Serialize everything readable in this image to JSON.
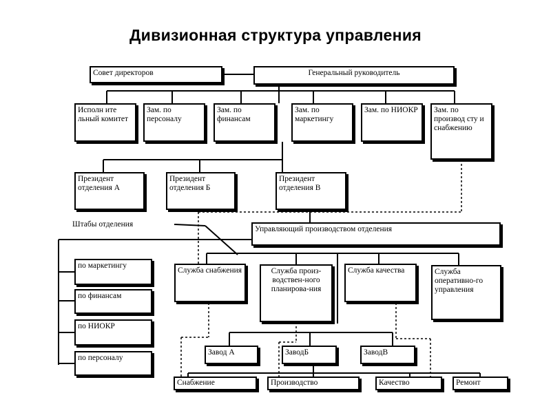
{
  "title": "Дивизионная структура управления",
  "boxes": {
    "board": "Совет директоров",
    "ceo": "Генеральный руководитель",
    "exec_committee": "Исполн ите льный комитет",
    "dep_personnel": "Зам. по персоналу",
    "dep_finance": "Зам. по финансам",
    "dep_marketing": "Зам. по маркетингу",
    "dep_rnd": "Зам. по НИОКР",
    "dep_production": "Зам. по производ сту и снабжению",
    "pres_a": "Президент отделения А",
    "pres_b": "Президент отделения Б",
    "pres_v": "Президент отделения В",
    "division_manager": "Управляющий производством отделения",
    "staff_marketing": "по маркетингу",
    "staff_finance": "по финансам",
    "staff_rnd": "по НИОКР",
    "staff_personnel": "по персоналу",
    "svc_supply": "Служба снабжения",
    "svc_planning": "Служба произ-водствен-ного планирова-ния",
    "svc_quality": "Служба качества",
    "svc_operational": "Служба оперативно-го управления",
    "plant_a": "Завод А",
    "plant_b": "ЗаводБ",
    "plant_v": "ЗаводВ",
    "fn_supply": "Снабжение",
    "fn_production": "Производство",
    "fn_quality": "Качество",
    "fn_repair": "Ремонт"
  },
  "side_label": "Штабы отделения"
}
